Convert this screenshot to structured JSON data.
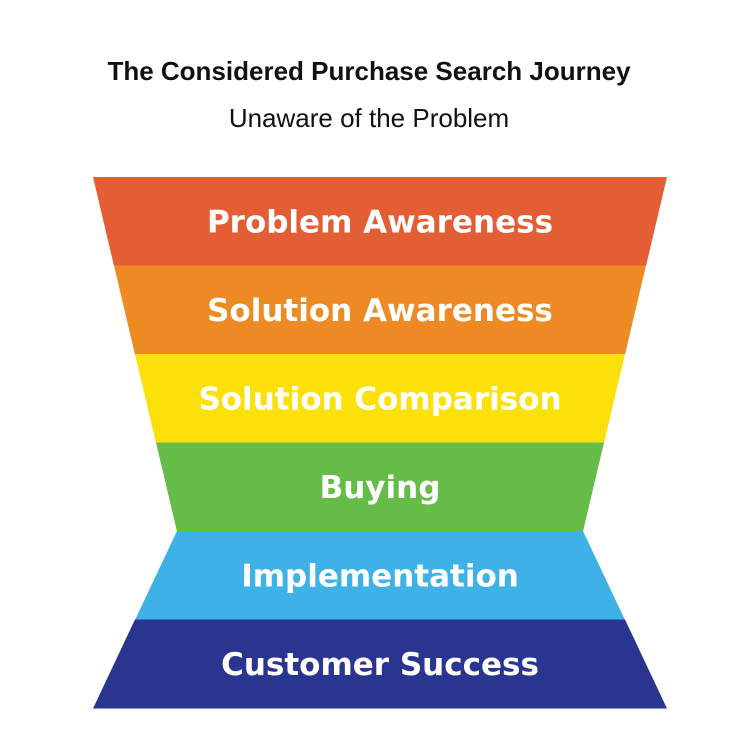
{
  "title": "The Considered Purchase Search Journey",
  "subtitle": "Unaware of the Problem",
  "stages": [
    {
      "label": "Problem Awareness",
      "color": "#E35D35"
    },
    {
      "label": "Solution Awareness",
      "color": "#EE8A23"
    },
    {
      "label": "Solution Comparison",
      "color": "#FBE00A"
    },
    {
      "label": "Buying",
      "color": "#65BC47"
    },
    {
      "label": "Implementation",
      "color": "#3EB1E6"
    },
    {
      "label": "Customer Success",
      "color": "#2A3590"
    }
  ]
}
